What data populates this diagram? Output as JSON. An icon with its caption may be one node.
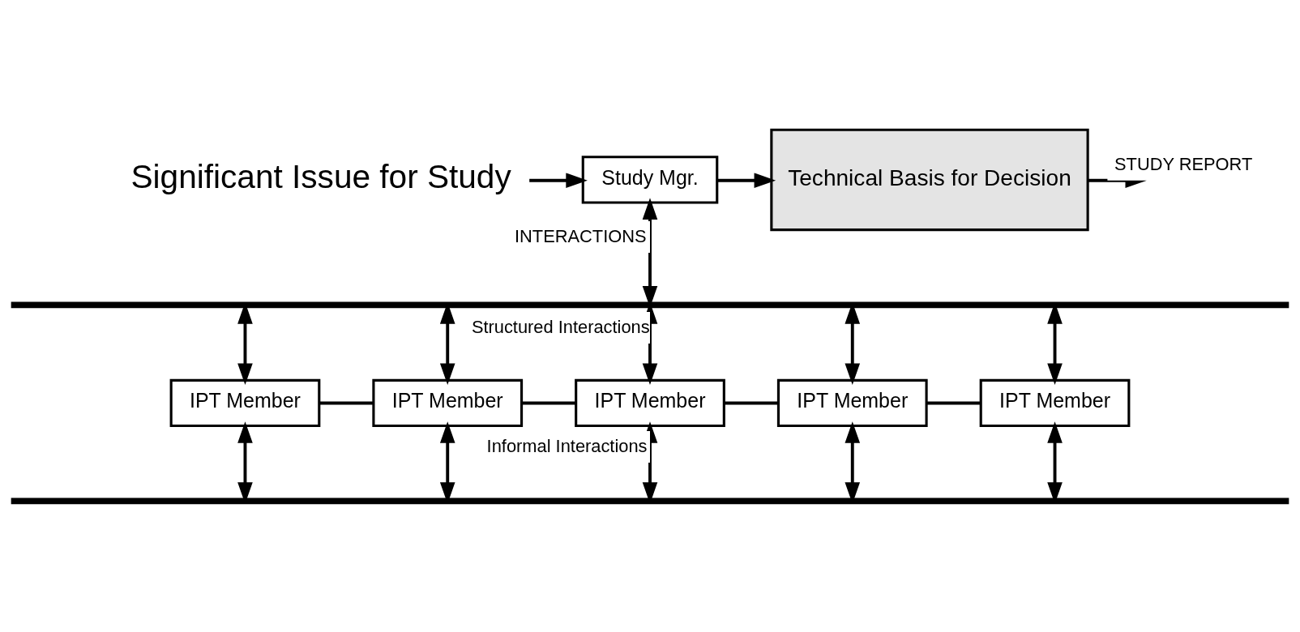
{
  "diagram": {
    "nodes": [
      {
        "text": [
          "Significant Issue for Study"
        ]
      },
      {
        "text": [
          "Study Mgr."
        ]
      },
      {
        "text": [
          "Technical Basis for Decision"
        ]
      },
      {
        "text": [],
        "shape": "bar"
      },
      {
        "text": [
          "IPT Member"
        ]
      },
      {
        "text": [
          "IPT Member"
        ]
      },
      {
        "text": [
          "IPT Member"
        ]
      },
      {
        "text": [
          "IPT Member"
        ]
      },
      {
        "text": [
          "IPT Member"
        ]
      },
      {
        "text": [],
        "shape": "bar"
      }
    ],
    "edges": [
      {
        "from": 0,
        "to": 1,
        "arrow": "to"
      },
      {
        "from": 1,
        "to": 2,
        "arrow": "to"
      },
      {
        "from": 2,
        "to": null,
        "arrow": "to",
        "label": "STUDY REPORT"
      },
      {
        "from": 1,
        "to": 3,
        "arrow": "both",
        "label": "INTERACTIONS"
      },
      {
        "from": 3,
        "to": 4,
        "arrow": "both"
      },
      {
        "from": 3,
        "to": 5,
        "arrow": "both"
      },
      {
        "from": 3,
        "to": 6,
        "arrow": "both",
        "label": "Structured Interactions"
      },
      {
        "from": 3,
        "to": 7,
        "arrow": "both"
      },
      {
        "from": 3,
        "to": 8,
        "arrow": "both"
      },
      {
        "from": 4,
        "to": 5,
        "arrow": "none"
      },
      {
        "from": 5,
        "to": 6,
        "arrow": "none"
      },
      {
        "from": 6,
        "to": 7,
        "arrow": "none"
      },
      {
        "from": 7,
        "to": 8,
        "arrow": "none"
      },
      {
        "from": 4,
        "to": 9,
        "arrow": "both"
      },
      {
        "from": 5,
        "to": 9,
        "arrow": "both"
      },
      {
        "from": 6,
        "to": 9,
        "arrow": "both",
        "label": "Informal Interactions"
      },
      {
        "from": 7,
        "to": 9,
        "arrow": "both"
      },
      {
        "from": 8,
        "to": 9,
        "arrow": "both"
      }
    ]
  }
}
